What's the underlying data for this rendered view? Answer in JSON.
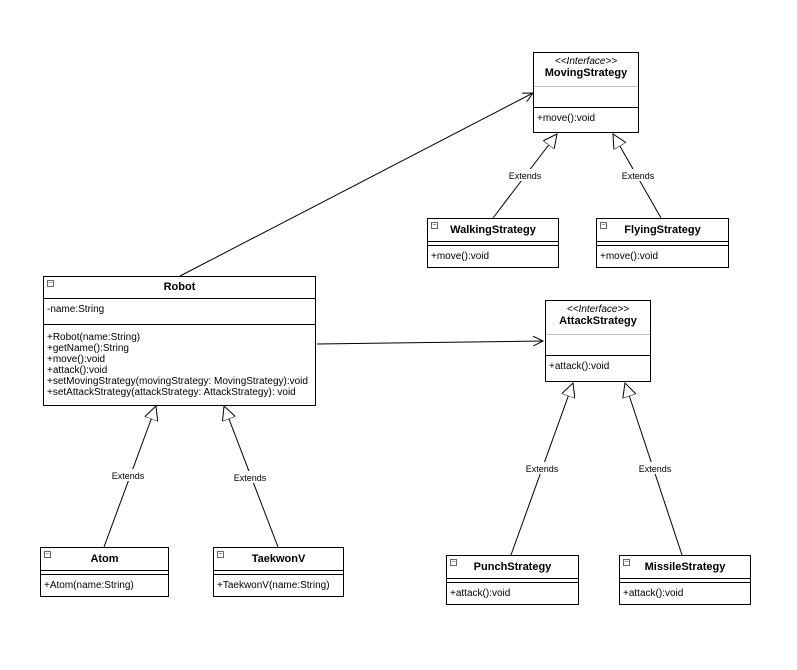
{
  "toggle_glyph": "−",
  "edge_label": "Extends",
  "classes": {
    "moving_strategy": {
      "stereotype": "<<Interface>>",
      "name": "MovingStrategy",
      "methods": [
        "+move():void"
      ]
    },
    "walking_strategy": {
      "name": "WalkingStrategy",
      "methods": [
        "+move():void"
      ]
    },
    "flying_strategy": {
      "name": "FlyingStrategy",
      "methods": [
        "+move():void"
      ]
    },
    "robot": {
      "name": "Robot",
      "attributes": [
        "-name:String"
      ],
      "methods": [
        "+Robot(name:String)",
        "+getName():String",
        "+move():void",
        "+attack():void",
        "+setMovingStrategy(movingStrategy: MovingStrategy):void",
        "+setAttackStrategy(attackStrategy: AttackStrategy): void"
      ]
    },
    "attack_strategy": {
      "stereotype": "<<Interface>>",
      "name": "AttackStrategy",
      "methods": [
        "+attack():void"
      ]
    },
    "atom": {
      "name": "Atom",
      "methods": [
        "+Atom(name:String)"
      ]
    },
    "taekwonv": {
      "name": "TaekwonV",
      "methods": [
        "+TaekwonV(name:String)"
      ]
    },
    "punch_strategy": {
      "name": "PunchStrategy",
      "methods": [
        "+attack():void"
      ]
    },
    "missile_strategy": {
      "name": "MissileStrategy",
      "methods": [
        "+attack():void"
      ]
    }
  }
}
